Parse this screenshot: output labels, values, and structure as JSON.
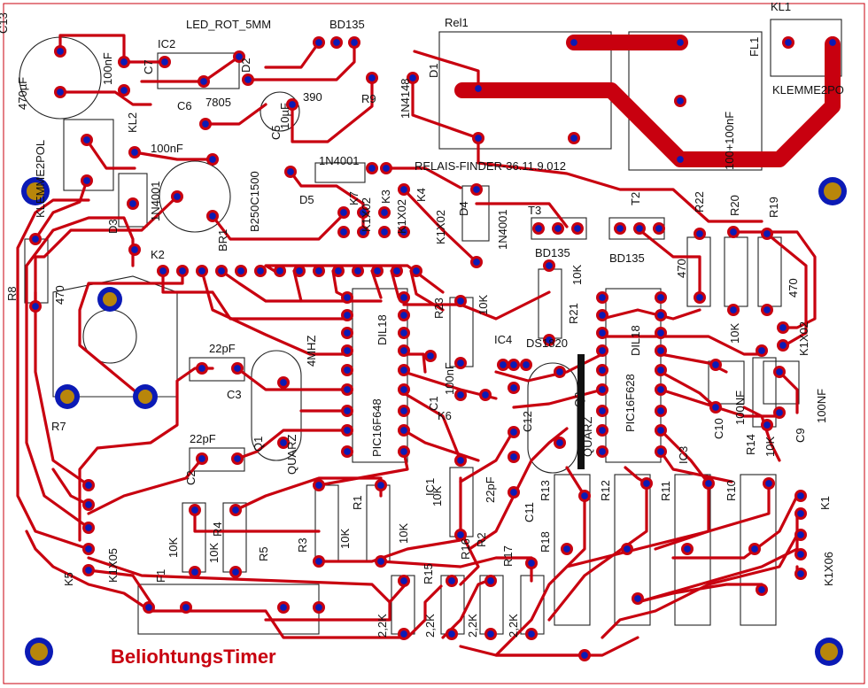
{
  "board": {
    "title_mirrored": "BeliohtungsTimer",
    "trace_color": "#c8000f",
    "pad_color": "#0b1ab5",
    "mount_hole_color": "#b8860b"
  },
  "labels": [
    {
      "id": "c13",
      "text": "C13"
    },
    {
      "id": "c13v",
      "text": "470µF"
    },
    {
      "id": "led",
      "text": "LED_ROT_5MM"
    },
    {
      "id": "bd135a",
      "text": "BD135"
    },
    {
      "id": "rel1",
      "text": "Rel1"
    },
    {
      "id": "kl1",
      "text": "KL1"
    },
    {
      "id": "ic2",
      "text": "IC2"
    },
    {
      "id": "c7",
      "text": "C7"
    },
    {
      "id": "c7v",
      "text": "100nF"
    },
    {
      "id": "d2",
      "text": "D2"
    },
    {
      "id": "r9v",
      "text": "390"
    },
    {
      "id": "r9",
      "text": "R9"
    },
    {
      "id": "d1v",
      "text": "1N4148"
    },
    {
      "id": "d1",
      "text": "D1"
    },
    {
      "id": "fl1",
      "text": "FL1"
    },
    {
      "id": "klemme1",
      "text": "KLEMME2PO"
    },
    {
      "id": "c6",
      "text": "C6"
    },
    {
      "id": "u7805",
      "text": "7805"
    },
    {
      "id": "c5",
      "text": "C5"
    },
    {
      "id": "c5v",
      "text": "10µF"
    },
    {
      "id": "klemme2",
      "text": "KLEMME2POL"
    },
    {
      "id": "kl2",
      "text": "KL2"
    },
    {
      "id": "c6v",
      "text": "100nF"
    },
    {
      "id": "c6v2",
      "text": "100+100nF"
    },
    {
      "id": "d5v",
      "text": "1N4001"
    },
    {
      "id": "d5",
      "text": "D5"
    },
    {
      "id": "relaisfinder",
      "text": "RELAIS-FINDER-36.11.9.012"
    },
    {
      "id": "b250",
      "text": "B250C1500"
    },
    {
      "id": "d3v",
      "text": "1N4001"
    },
    {
      "id": "d3",
      "text": "D3"
    },
    {
      "id": "br1",
      "text": "BR1"
    },
    {
      "id": "k7",
      "text": "K7"
    },
    {
      "id": "k3",
      "text": "K3"
    },
    {
      "id": "k4",
      "text": "K4"
    },
    {
      "id": "d4",
      "text": "D4"
    },
    {
      "id": "d4v",
      "text": "1N4001"
    },
    {
      "id": "t3",
      "text": "T3"
    },
    {
      "id": "t2",
      "text": "T2"
    },
    {
      "id": "r22",
      "text": "R22"
    },
    {
      "id": "r20",
      "text": "R20"
    },
    {
      "id": "r19",
      "text": "R19"
    },
    {
      "id": "k2",
      "text": "K2"
    },
    {
      "id": "bd135b",
      "text": "BD135"
    },
    {
      "id": "bd135c",
      "text": "BD135"
    },
    {
      "id": "r8",
      "text": "R8"
    },
    {
      "id": "r8v",
      "text": "470"
    },
    {
      "id": "r22v",
      "text": "470"
    },
    {
      "id": "r19v",
      "text": "470"
    },
    {
      "id": "dil18a",
      "text": "DIL18"
    },
    {
      "id": "r23",
      "text": "R23"
    },
    {
      "id": "r23v",
      "text": "10K"
    },
    {
      "id": "r21",
      "text": "R21"
    },
    {
      "id": "r21v",
      "text": "10K"
    },
    {
      "id": "r20v",
      "text": "10K"
    },
    {
      "id": "ic4",
      "text": "IC4"
    },
    {
      "id": "ds1820",
      "text": "DS1820"
    },
    {
      "id": "dil18b",
      "text": "DIL18"
    },
    {
      "id": "c3v",
      "text": "22pF"
    },
    {
      "id": "c3",
      "text": "C3"
    },
    {
      "id": "mhz",
      "text": "4MHZ"
    },
    {
      "id": "pic1",
      "text": "PIC16F648"
    },
    {
      "id": "pic2",
      "text": "PIC16F628"
    },
    {
      "id": "c10",
      "text": "C10"
    },
    {
      "id": "c10v",
      "text": "100NF"
    },
    {
      "id": "c9",
      "text": "C9"
    },
    {
      "id": "c9v",
      "text": "100NF"
    },
    {
      "id": "r7",
      "text": "R7"
    },
    {
      "id": "c2v",
      "text": "22pF"
    },
    {
      "id": "q1",
      "text": "Q1"
    },
    {
      "id": "quarz",
      "text": "QUARZ"
    },
    {
      "id": "c1v",
      "text": "100nF"
    },
    {
      "id": "c1",
      "text": "C1"
    },
    {
      "id": "k6",
      "text": "K6"
    },
    {
      "id": "c12",
      "text": "C12"
    },
    {
      "id": "q2",
      "text": "Q2"
    },
    {
      "id": "quarz2",
      "text": "QUARZ"
    },
    {
      "id": "ic3",
      "text": "IC3"
    },
    {
      "id": "r14",
      "text": "R14"
    },
    {
      "id": "r14v",
      "text": "10K"
    },
    {
      "id": "ic1",
      "text": "IC1"
    },
    {
      "id": "c2",
      "text": "C2"
    },
    {
      "id": "k1",
      "text": "K1"
    },
    {
      "id": "k1x06",
      "text": "K1X06"
    },
    {
      "id": "k5",
      "text": "K5"
    },
    {
      "id": "k1x05",
      "text": "K1X05"
    },
    {
      "id": "r3",
      "text": "R3"
    },
    {
      "id": "r1",
      "text": "R1"
    },
    {
      "id": "r1v",
      "text": "10K"
    },
    {
      "id": "r3v",
      "text": "10K"
    },
    {
      "id": "r2",
      "text": "R2"
    },
    {
      "id": "r2v",
      "text": "10K"
    },
    {
      "id": "c11v",
      "text": "22pF"
    },
    {
      "id": "c11",
      "text": "C11"
    },
    {
      "id": "r13",
      "text": "R13"
    },
    {
      "id": "r12",
      "text": "R12"
    },
    {
      "id": "r11",
      "text": "R11"
    },
    {
      "id": "r10",
      "text": "R10"
    },
    {
      "id": "r15",
      "text": "R15"
    },
    {
      "id": "r16",
      "text": "R16"
    },
    {
      "id": "r17",
      "text": "R17"
    },
    {
      "id": "r18",
      "text": "R18"
    },
    {
      "id": "r15v",
      "text": "2,2K"
    },
    {
      "id": "r16v",
      "text": "2,2K"
    },
    {
      "id": "r17v",
      "text": "2,2K"
    },
    {
      "id": "r18v",
      "text": "2,2K"
    },
    {
      "id": "f1",
      "text": "F1"
    },
    {
      "id": "r4",
      "text": "R4"
    },
    {
      "id": "r5",
      "text": "R5"
    },
    {
      "id": "r4v",
      "text": "10K"
    },
    {
      "id": "r5v",
      "text": "10K"
    },
    {
      "id": "k1x02a",
      "text": "K1X02"
    },
    {
      "id": "k1x02b",
      "text": "K1X02"
    },
    {
      "id": "k1x02c",
      "text": "K1X02"
    },
    {
      "id": "k1x02d",
      "text": "K1X02"
    }
  ]
}
